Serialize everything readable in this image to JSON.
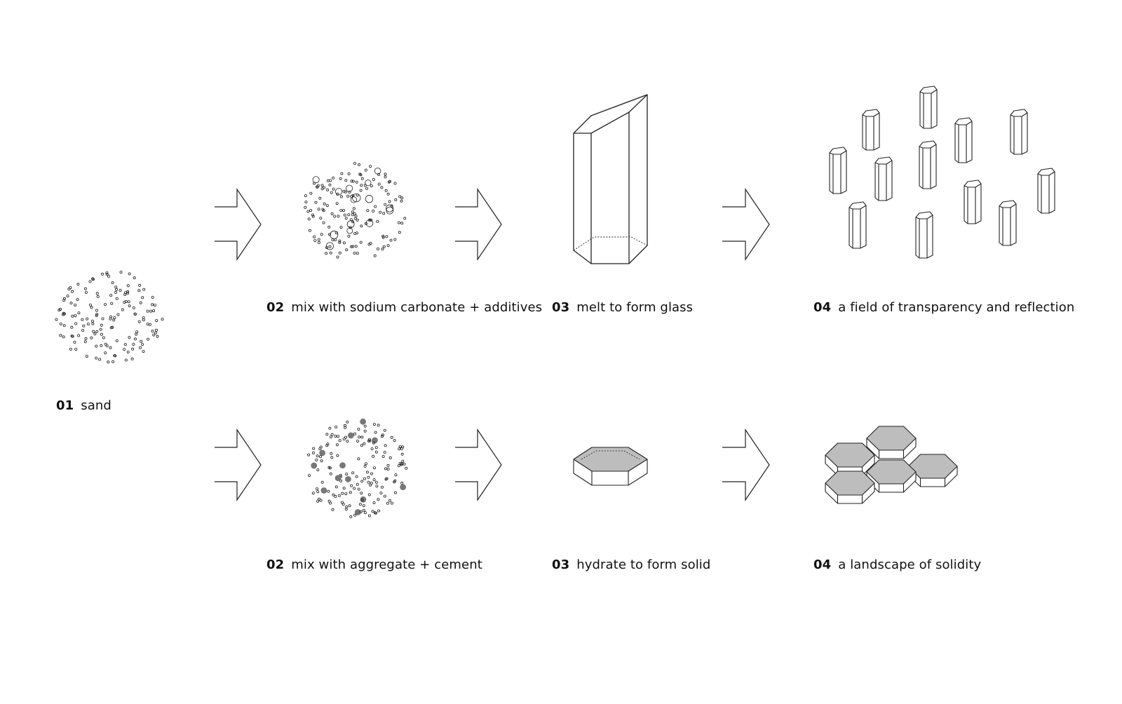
{
  "steps": {
    "sand": {
      "num": "01",
      "text": "sand"
    },
    "glass_mix": {
      "num": "02",
      "text": "mix with sodium carbonate + additives"
    },
    "glass_melt": {
      "num": "03",
      "text": "melt to form glass"
    },
    "glass_field": {
      "num": "04",
      "text": "a field of transparency and reflection"
    },
    "concrete_mix": {
      "num": "02",
      "text": "mix with aggregate + cement"
    },
    "concrete_hydrate": {
      "num": "03",
      "text": "hydrate to form solid"
    },
    "concrete_landscape": {
      "num": "04",
      "text": "a landscape of solidity"
    }
  },
  "colors": {
    "stroke": "#222222",
    "fill_grey": "#bdbdbd",
    "dot_grey": "#777777"
  },
  "icons": [
    "particle-cloud",
    "arrow-outline",
    "hexagonal-prism",
    "hexagonal-slab"
  ]
}
